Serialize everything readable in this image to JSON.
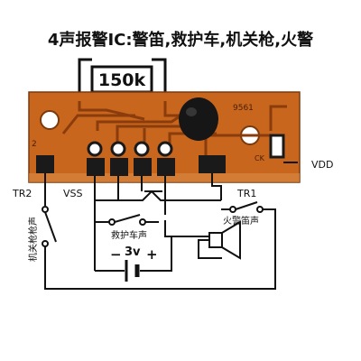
{
  "title": "4声报警IC:警笛,救护车,机关枪,火警",
  "resistor_value": "150k",
  "board_marking": "9561",
  "board_number": "2",
  "board_edge_mark": "CK",
  "labels": {
    "tr2": "TR2",
    "vss": "VSS",
    "tr1": "TR1",
    "vdd": "VDD",
    "machine_gun": "机关枪枪声",
    "ambulance": "救护车声",
    "fire_alarm": "火警笛声",
    "battery": "3v",
    "battery_minus": "−",
    "battery_plus": "+"
  },
  "colors": {
    "board": "#c8661e",
    "board_dark": "#8a3c0c",
    "wire": "#111111"
  }
}
